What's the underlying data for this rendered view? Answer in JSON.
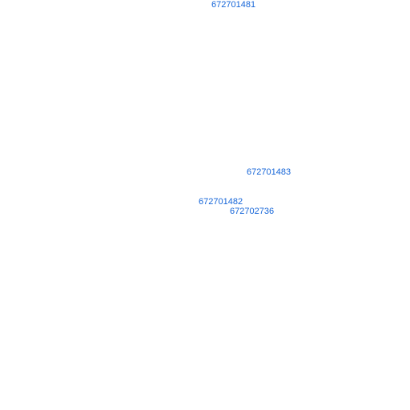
{
  "colors": {
    "background": "#ffffff",
    "label_text": "#1565d8"
  },
  "map": {
    "labels": [
      {
        "text": "672701481"
      },
      {
        "text": "672701483"
      },
      {
        "text": "672701482"
      },
      {
        "text": "672702736"
      }
    ]
  }
}
